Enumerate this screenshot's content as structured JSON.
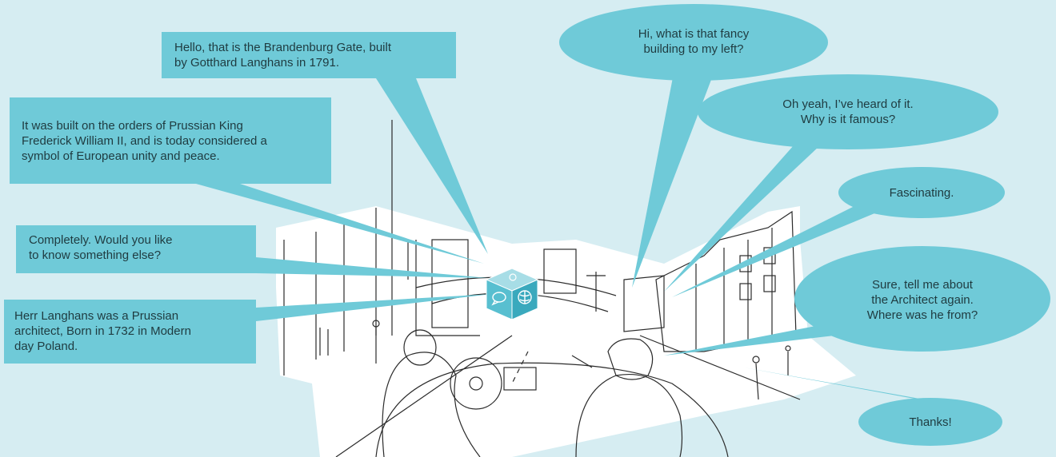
{
  "colors": {
    "background": "#d6edf2",
    "bubble": "#6fcad8",
    "bubble_text": "#1f3b40",
    "sketch": "#2b2b2b"
  },
  "assistant_bubbles": [
    "Hello, that is the Brandenburg Gate, built\nby Gotthard Langhans in 1791.",
    "It was built on the orders of Prussian King\nFrederick William II, and is today considered a\nsymbol of European unity and peace.",
    "Completely. Would you like\nto know something else?",
    "Herr Langhans was a Prussian\narchitect, Born in 1732 in Modern\nday Poland."
  ],
  "passenger_bubbles": [
    "Hi, what is that fancy\nbuilding to my left?",
    "Oh yeah, I’ve heard of it.\nWhy is it famous?",
    "Fascinating.",
    "Sure, tell me about\nthe Architect again.\nWhere was he from?",
    "Thanks!"
  ],
  "icons": [
    "speech-bubble-icon",
    "brain-icon"
  ]
}
